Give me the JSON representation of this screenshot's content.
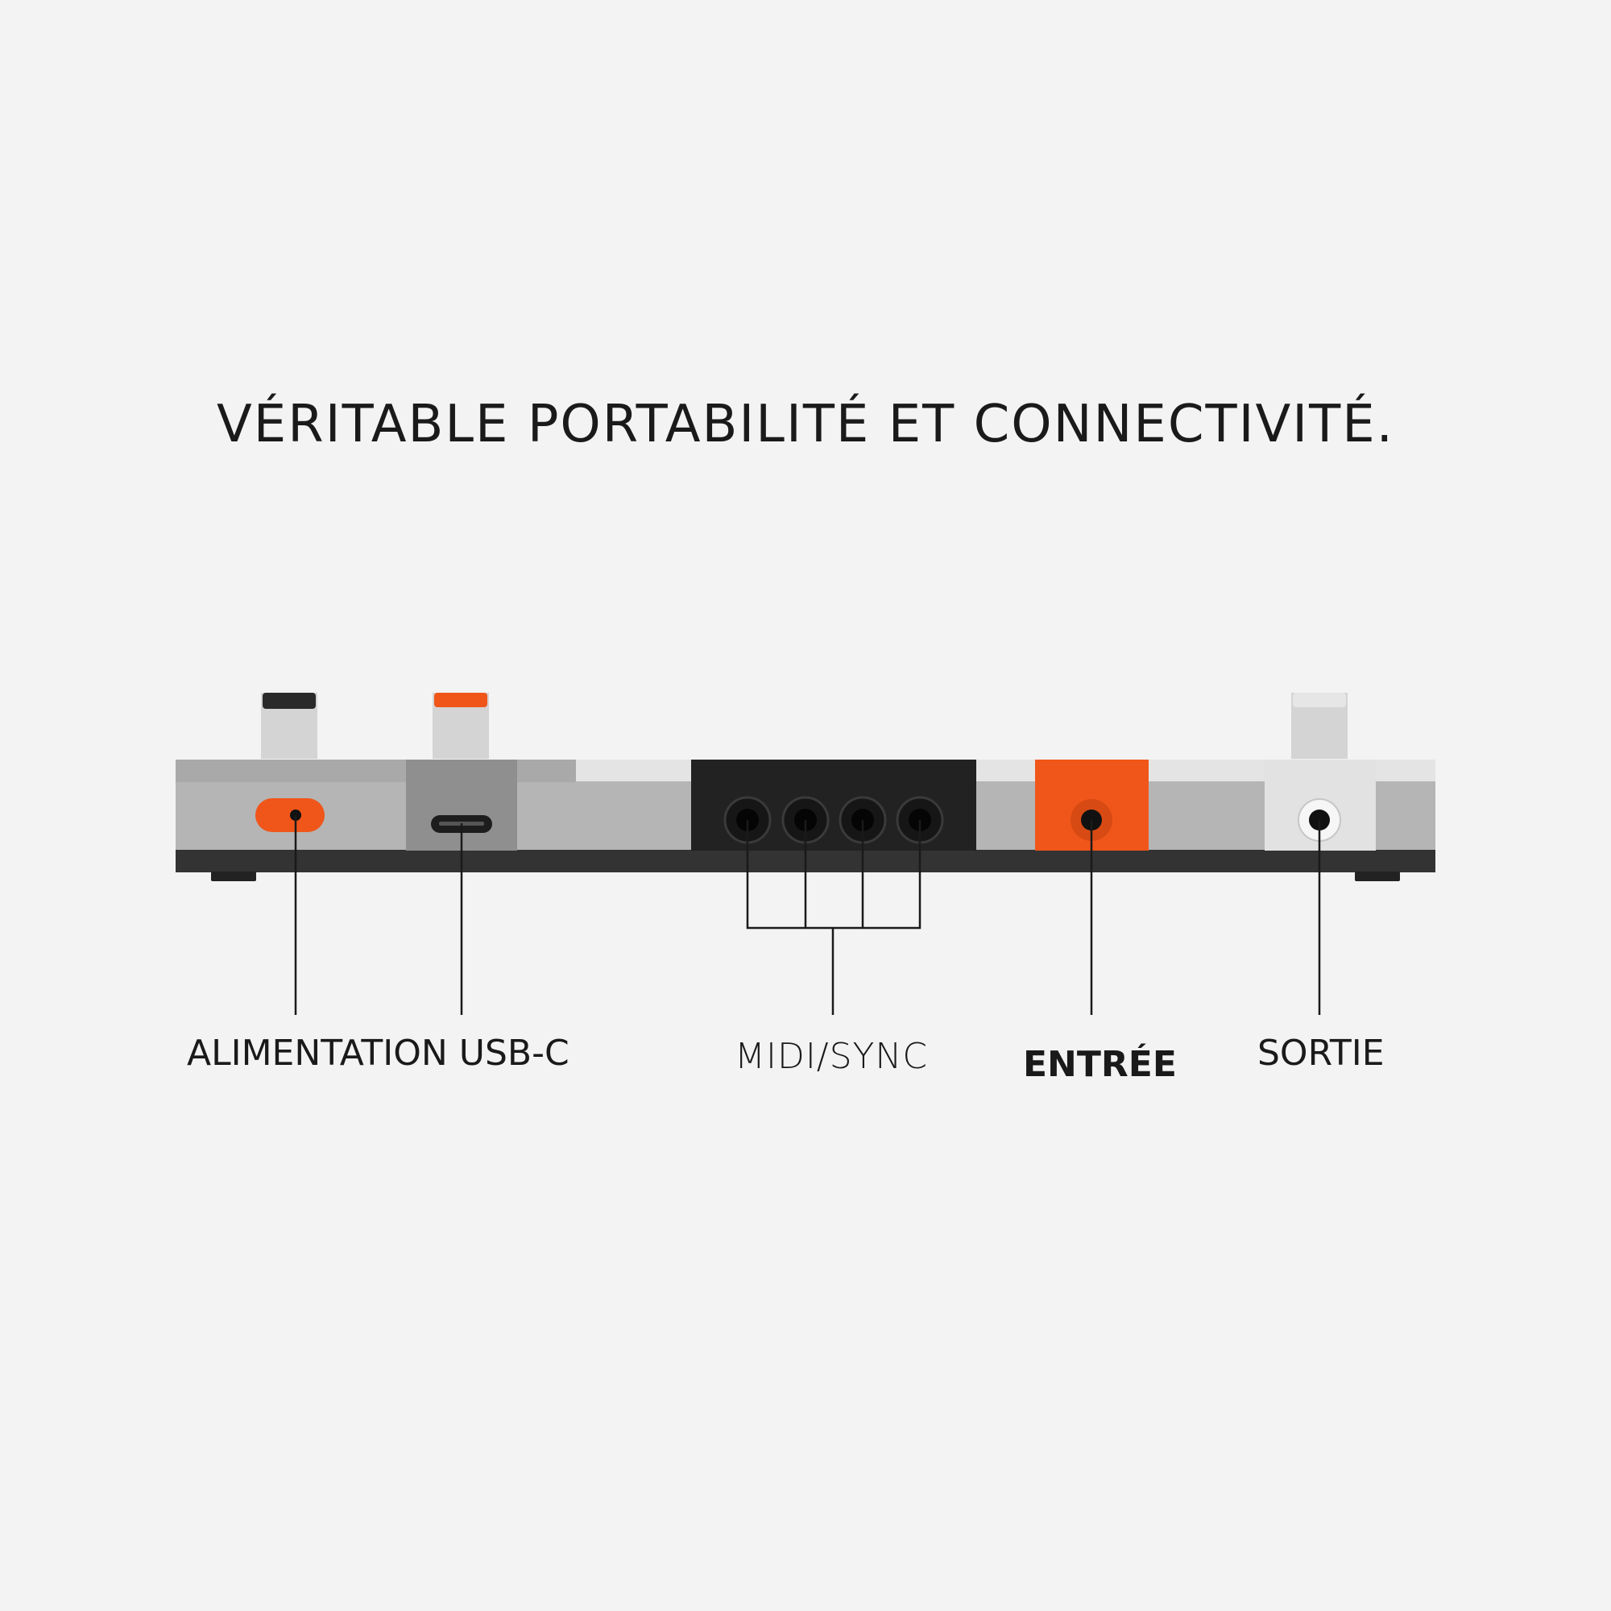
{
  "headline": "VÉRITABLE PORTABILITÉ ET CONNECTIVITÉ.",
  "labels": {
    "power_usbc": "ALIMENTATION USB-C",
    "midi_sync": "MIDI/SYNC",
    "input": "ENTRÉE",
    "output": "SORTIE"
  },
  "colors": {
    "background": "#f3f3f3",
    "accent_orange": "#f0561a",
    "dark_panel": "#222222",
    "light_grey": "#b3b3b3",
    "mid_grey": "#8f8f8f",
    "off_white": "#dcdcdc"
  }
}
